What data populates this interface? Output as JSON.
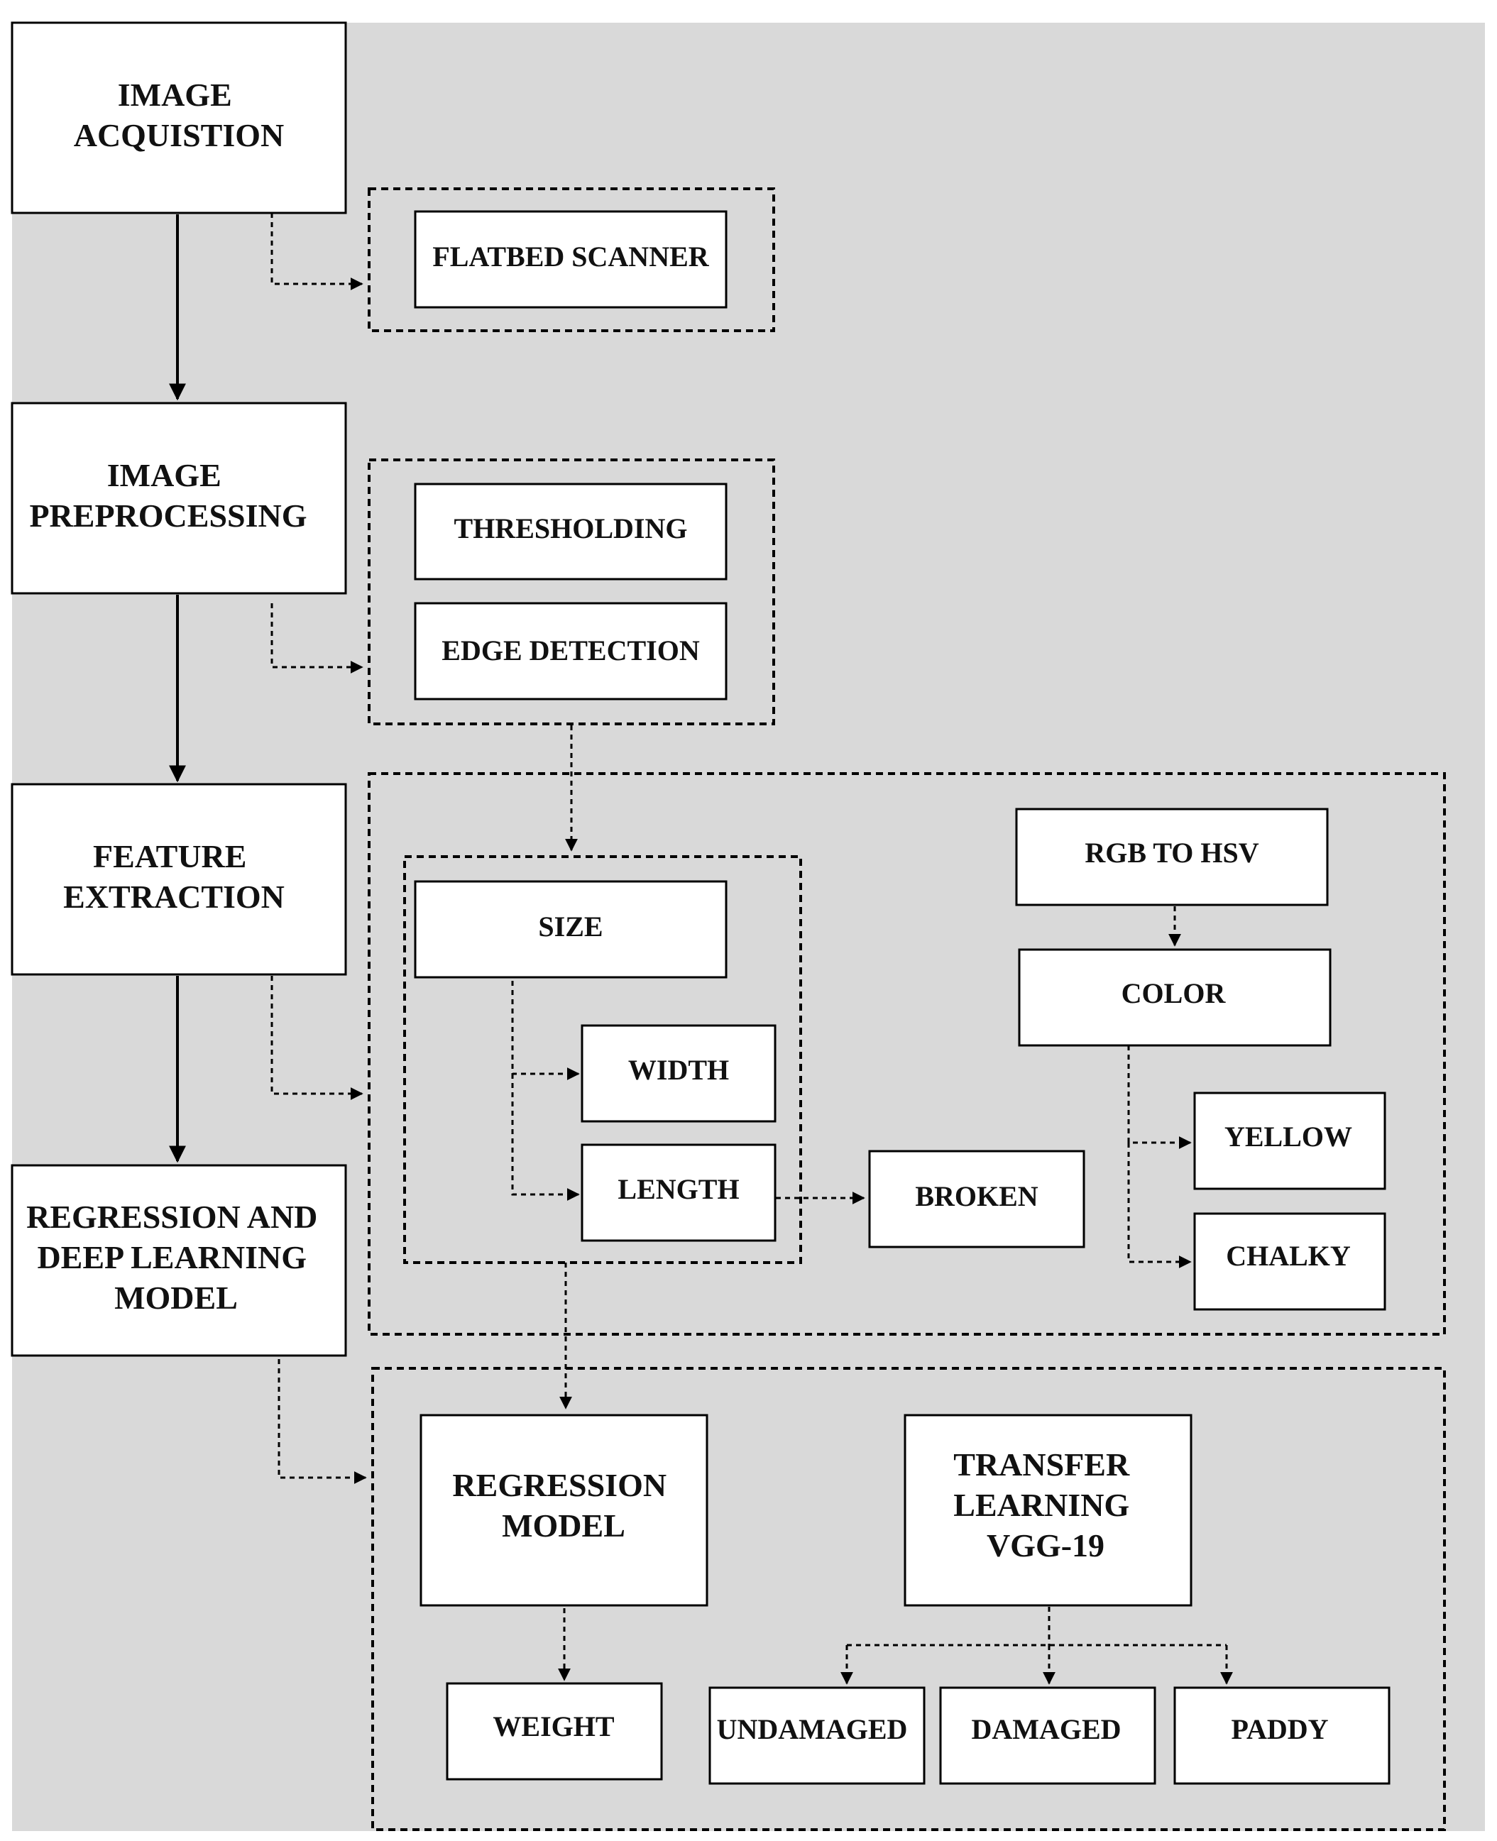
{
  "colors": {
    "background": "#d9d9d9",
    "box": "#ffffff",
    "line": "#000000"
  },
  "nodes": {
    "image_acquisition": [
      "IMAGE",
      "ACQUISTION"
    ],
    "image_preprocessing": [
      "IMAGE",
      "PREPROCESSING"
    ],
    "feature_extraction": [
      "FEATURE",
      "EXTRACTION"
    ],
    "regression_dl_model": [
      "REGRESSION AND",
      "DEEP LEARNING",
      "MODEL"
    ],
    "flatbed_scanner": [
      "FLATBED SCANNER"
    ],
    "thresholding": [
      "THRESHOLDING"
    ],
    "edge_detection": [
      "EDGE DETECTION"
    ],
    "size": [
      "SIZE"
    ],
    "width": [
      "WIDTH"
    ],
    "length": [
      "LENGTH"
    ],
    "broken": [
      "BROKEN"
    ],
    "rgb_to_hsv": [
      "RGB TO HSV"
    ],
    "color": [
      "COLOR"
    ],
    "yellow": [
      "YELLOW"
    ],
    "chalky": [
      "CHALKY"
    ],
    "regression_model": [
      "REGRESSION",
      "MODEL"
    ],
    "transfer_learning": [
      "TRANSFER",
      "LEARNING",
      "VGG-19"
    ],
    "weight": [
      "WEIGHT"
    ],
    "undamaged": [
      "UNDAMAGED"
    ],
    "damaged": [
      "DAMAGED"
    ],
    "paddy": [
      "PADDY"
    ]
  },
  "edges": [
    {
      "from": "image_acquisition",
      "to": "image_preprocessing",
      "style": "solid"
    },
    {
      "from": "image_preprocessing",
      "to": "feature_extraction",
      "style": "solid"
    },
    {
      "from": "feature_extraction",
      "to": "regression_dl_model",
      "style": "solid"
    },
    {
      "from": "image_acquisition",
      "to": "flatbed_scanner",
      "style": "dashed"
    },
    {
      "from": "image_preprocessing",
      "to": "thresholding",
      "style": "dashed"
    },
    {
      "from": "edge_detection",
      "to": "size",
      "style": "dashed"
    },
    {
      "from": "feature_extraction",
      "to": "size",
      "style": "dashed"
    },
    {
      "from": "size",
      "to": "width",
      "style": "dashed"
    },
    {
      "from": "size",
      "to": "length",
      "style": "dashed"
    },
    {
      "from": "length",
      "to": "broken",
      "style": "dashed"
    },
    {
      "from": "rgb_to_hsv",
      "to": "color",
      "style": "dashed"
    },
    {
      "from": "color",
      "to": "yellow",
      "style": "dashed"
    },
    {
      "from": "color",
      "to": "chalky",
      "style": "dashed"
    },
    {
      "from": "regression_dl_model",
      "to": "regression_model",
      "style": "dashed"
    },
    {
      "from": "size",
      "to": "regression_model",
      "style": "dashed"
    },
    {
      "from": "regression_model",
      "to": "weight",
      "style": "dashed"
    },
    {
      "from": "transfer_learning",
      "to": "undamaged",
      "style": "dashed"
    },
    {
      "from": "transfer_learning",
      "to": "damaged",
      "style": "dashed"
    },
    {
      "from": "transfer_learning",
      "to": "paddy",
      "style": "dashed"
    }
  ]
}
